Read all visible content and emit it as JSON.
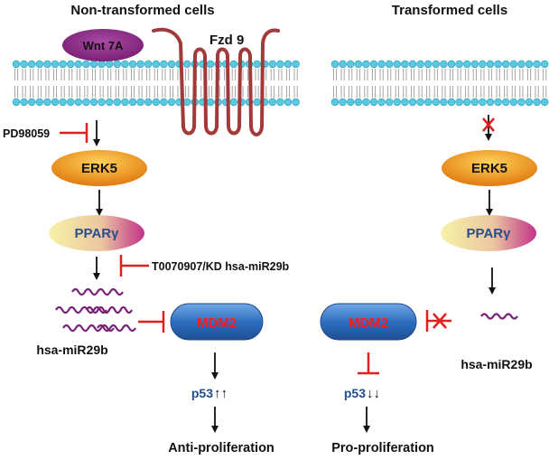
{
  "left": {
    "heading": "Non-transformed cells",
    "wnt_label": "Wnt 7A",
    "fzd_label": "Fzd 9",
    "inhibitor_pd": "PD98059",
    "erk5_label": "ERK5",
    "ppar_label": "PPARγ",
    "inhibitor_t007": "T0070907/KD hsa-miR29b",
    "mirna_label": "hsa-miR29b",
    "mdm2_label": "MDM2",
    "p53_label": "p53",
    "p53_arrows": "↑↑",
    "outcome": "Anti-proliferation"
  },
  "right": {
    "heading": "Transformed cells",
    "erk5_label": "ERK5",
    "ppar_label": "PPARγ",
    "mirna_label": "hsa-miR29b",
    "mdm2_label": "MDM2",
    "p53_label": "p53",
    "p53_arrows": "↓↓",
    "outcome": "Pro-proliferation"
  },
  "colors": {
    "membrane_head": "#5bc8e0",
    "membrane_tail": "#9a9a9a",
    "wnt_fill": "#8b2e86",
    "fzd_stroke": "#a33a3a",
    "erk5_fill": "#e88a1c",
    "ppar_start": "#f4f0a0",
    "ppar_end": "#c23a8a",
    "mdm2_fill": "#2f6fbf",
    "mdm2_text": "#ff1a1a",
    "inhibit": "#e0201f",
    "mirna": "#7a1f78",
    "p53_text": "#1f4e8c"
  }
}
